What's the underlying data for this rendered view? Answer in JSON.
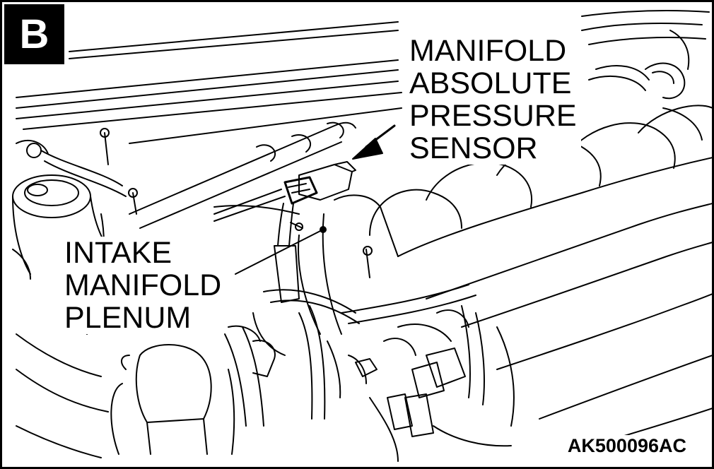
{
  "figure": {
    "view_letter": "B",
    "callouts": {
      "map_sensor": [
        "MANIFOLD",
        "ABSOLUTE",
        "PRESSURE",
        "SENSOR"
      ],
      "intake_plenum": [
        "INTAKE",
        "MANIFOLD",
        "PLENUM"
      ]
    },
    "figure_code": "AK500096AC"
  },
  "colors": {
    "ink": "#000000",
    "paper": "#ffffff"
  }
}
